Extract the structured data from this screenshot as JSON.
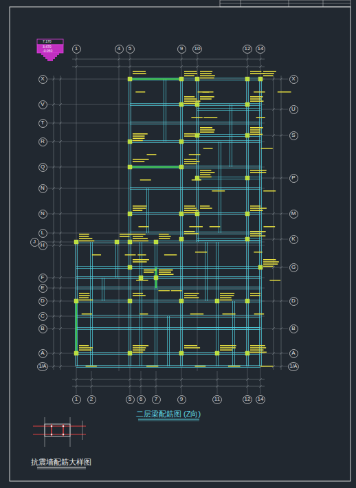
{
  "diagram": {
    "title": "二层梁配筋图 (Z向)",
    "nodes": [
      {
        "text": [
          "1"
        ]
      },
      {
        "text": [
          "4"
        ]
      },
      {
        "text": [
          "5"
        ]
      },
      {
        "text": [
          "9"
        ]
      },
      {
        "text": [
          "10"
        ]
      },
      {
        "text": [
          "12"
        ]
      },
      {
        "text": [
          "14"
        ]
      },
      {
        "text": [
          "X"
        ]
      },
      {
        "text": [
          "V"
        ]
      },
      {
        "text": [
          "T"
        ]
      },
      {
        "text": [
          "R"
        ]
      },
      {
        "text": [
          "Q"
        ]
      },
      {
        "text": [
          "N"
        ]
      },
      {
        "text": [
          "N"
        ]
      },
      {
        "text": [
          "L"
        ]
      },
      {
        "text": [
          "J"
        ]
      },
      {
        "text": [
          "H"
        ]
      },
      {
        "text": [
          "F"
        ]
      },
      {
        "text": [
          "E"
        ]
      },
      {
        "text": [
          "D"
        ]
      },
      {
        "text": [
          "C"
        ]
      },
      {
        "text": [
          "B"
        ]
      },
      {
        "text": [
          "A"
        ]
      },
      {
        "text": [
          "1/A"
        ]
      },
      {
        "text": [
          "X"
        ]
      },
      {
        "text": [
          "U"
        ]
      },
      {
        "text": [
          "S"
        ]
      },
      {
        "text": [
          "P"
        ]
      },
      {
        "text": [
          "M"
        ]
      },
      {
        "text": [
          "K"
        ]
      },
      {
        "text": [
          "G"
        ]
      },
      {
        "text": [
          "D"
        ]
      },
      {
        "text": [
          "B"
        ]
      },
      {
        "text": [
          "A"
        ]
      },
      {
        "text": [
          "1/A"
        ]
      },
      {
        "text": [
          "1"
        ]
      },
      {
        "text": [
          "2"
        ]
      },
      {
        "text": [
          "5"
        ]
      },
      {
        "text": [
          "6"
        ]
      },
      {
        "text": [
          "7"
        ]
      },
      {
        "text": [
          "9"
        ]
      },
      {
        "text": [
          "11"
        ]
      },
      {
        "text": [
          "12"
        ]
      },
      {
        "text": [
          "14"
        ]
      }
    ],
    "labels": [
      "抗震墙配筋大样图",
      "7.170",
      "3.470",
      "-0.050"
    ]
  }
}
